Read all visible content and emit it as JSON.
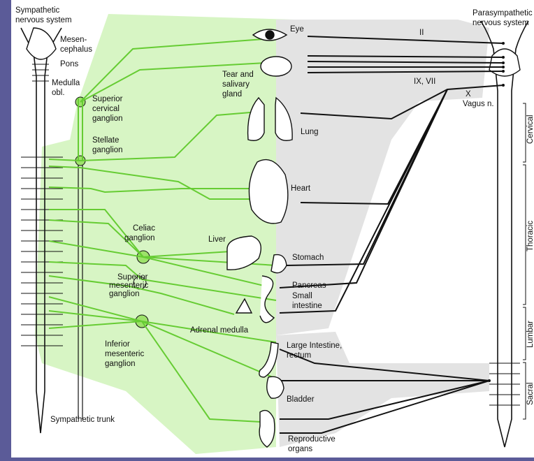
{
  "colors": {
    "background": "#5b5b98",
    "panel": "#ffffff",
    "sympathetic_fill": "#d7f5c4",
    "sympathetic_line": "#66cc33",
    "parasympathetic_fill": "#e3e3e3",
    "parasympathetic_line": "#111111"
  },
  "labels": {
    "sympathetic_system": [
      "Sympathetic",
      "nervous system"
    ],
    "parasympathetic_system": [
      "Parasympathetic",
      "nervous system"
    ],
    "mesencephalus": [
      "Mesen-",
      "cephalus"
    ],
    "pons": "Pons",
    "medulla": [
      "Medulla",
      "obl."
    ],
    "superior_cervical_ganglion": [
      "Superior",
      "cervical",
      "ganglion"
    ],
    "stellate_ganglion": [
      "Stellate",
      "ganglion"
    ],
    "celiac_ganglion": [
      "Celiac",
      "ganglion"
    ],
    "superior_mesenteric_ganglion": [
      "Superior",
      "mesenteric",
      "ganglion"
    ],
    "inferior_mesenteric_ganglion": [
      "Inferior",
      "mesenteric",
      "ganglion"
    ],
    "sympathetic_trunk": "Sympathetic trunk",
    "nerve_II": "II",
    "nerve_IX_VII": "IX, VII",
    "nerve_X": "X",
    "vagus": "Vagus n.",
    "regions": [
      "Cervical",
      "Thoracic",
      "Lumbar",
      "Sacral"
    ]
  },
  "organs": {
    "eye": "Eye",
    "tear_gland": [
      "Tear and",
      "salivary",
      "gland"
    ],
    "lung": "Lung",
    "heart": "Heart",
    "liver": "Liver",
    "stomach": "Stomach",
    "pancreas": "Pancreas",
    "small_intestine": [
      "Small",
      "intestine"
    ],
    "adrenal": "Adrenal medulla",
    "large_intestine": [
      "Large Intestine,",
      "rectum"
    ],
    "bladder": "Bladder",
    "reproductive": [
      "Reproductive",
      "organs"
    ]
  }
}
